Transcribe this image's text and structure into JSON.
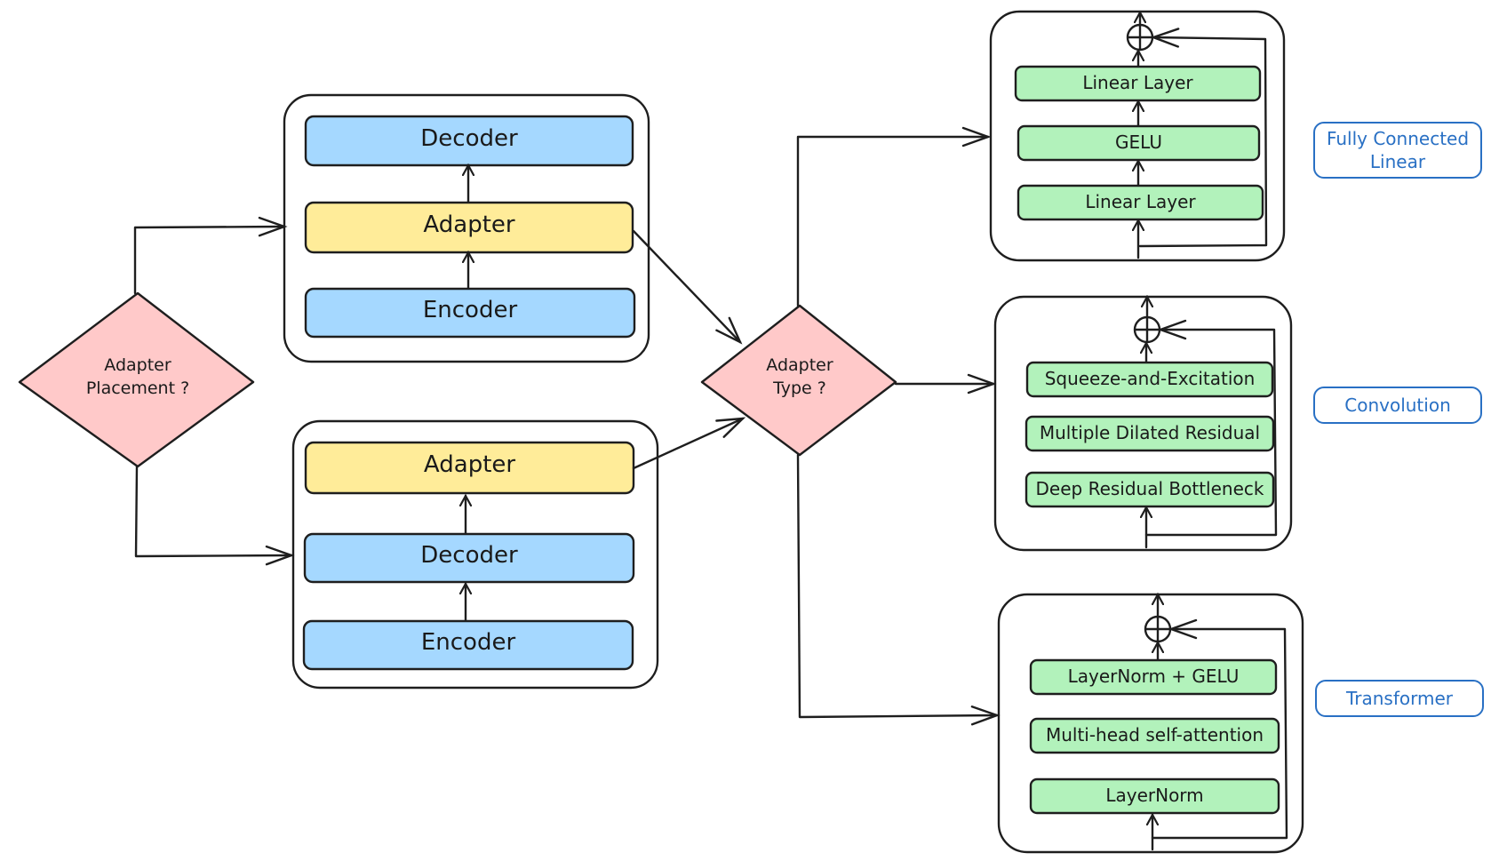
{
  "colors": {
    "stroke": "#1e1e1e",
    "blue_box": "#a5d8ff",
    "yellow_box": "#ffec99",
    "green_box": "#b2f2bb",
    "pink_diamond": "#ffc9c9",
    "side_label": "#2970c4"
  },
  "placement": {
    "question_line1": "Adapter",
    "question_line2": "Placement ?",
    "top_stack": {
      "decoder": "Decoder",
      "adapter": "Adapter",
      "encoder": "Encoder"
    },
    "bottom_stack": {
      "adapter": "Adapter",
      "decoder": "Decoder",
      "encoder": "Encoder"
    }
  },
  "type": {
    "question_line1": "Adapter",
    "question_line2": "Type ?"
  },
  "fc_block": {
    "layer_top": "Linear Layer",
    "activation": "GELU",
    "layer_bottom": "Linear Layer",
    "side_label_line1": "Fully Connected",
    "side_label_line2": "Linear"
  },
  "conv_block": {
    "layer_1": "Squeeze-and-Excitation",
    "layer_2": "Multiple Dilated Residual",
    "layer_3": "Deep Residual Bottleneck",
    "side_label": "Convolution"
  },
  "transformer_block": {
    "layer_1": "LayerNorm + GELU",
    "layer_2": "Multi-head self-attention",
    "layer_3": "LayerNorm",
    "side_label": "Transformer"
  }
}
